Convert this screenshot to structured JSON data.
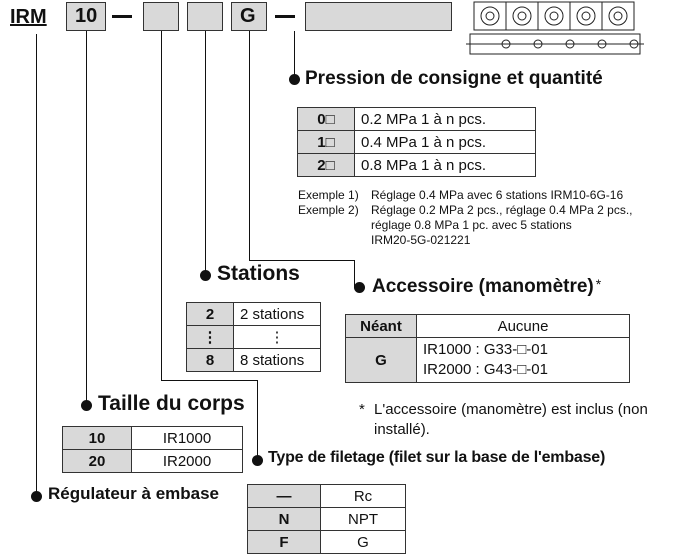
{
  "code": {
    "prefix": "IRM",
    "size": "10",
    "dash": "—",
    "type_box": "G"
  },
  "pressure": {
    "title": "Pression de consigne et quantité",
    "rows": [
      {
        "code": "0□",
        "desc": "0.2 MPa 1 à n pcs."
      },
      {
        "code": "1□",
        "desc": "0.4 MPa 1 à n pcs."
      },
      {
        "code": "2□",
        "desc": "0.8 MPa 1 à n pcs."
      }
    ],
    "examples": [
      {
        "label": "Exemple 1)",
        "text": "Réglage 0.4 MPa avec 6 stations IRM10-6G-16"
      },
      {
        "label": "Exemple 2)",
        "text": "Réglage 0.2 MPa 2 pcs., réglage 0.4 MPa 2 pcs.,"
      },
      {
        "label": "",
        "text": "réglage 0.8 MPa 1 pc. avec 5 stations"
      },
      {
        "label": "",
        "text": "IRM20-5G-021221"
      }
    ]
  },
  "stations": {
    "title": "Stations",
    "rows": [
      {
        "code": "2",
        "desc": "2 stations"
      },
      {
        "code": "⋮",
        "desc": "⋮"
      },
      {
        "code": "8",
        "desc": "8 stations"
      }
    ]
  },
  "accessory": {
    "title": "Accessoire (manomètre)",
    "mark": "*",
    "header_code": "Néant",
    "header_desc": "Aucune",
    "code": "G",
    "line1": "IR1000 : G33-□-01",
    "line2": "IR2000 : G43-□-01",
    "note_mark": "*",
    "note": "L'accessoire (manomètre) est inclus (non installé)."
  },
  "body_size": {
    "title": "Taille du corps",
    "rows": [
      {
        "code": "10",
        "desc": "IR1000"
      },
      {
        "code": "20",
        "desc": "IR2000"
      }
    ]
  },
  "thread": {
    "title": "Type de filetage (filet sur la base de l'embase)",
    "rows": [
      {
        "code": "—",
        "desc": "Rc"
      },
      {
        "code": "N",
        "desc": "NPT"
      },
      {
        "code": "F",
        "desc": "G"
      }
    ]
  },
  "regulator": {
    "title": "Régulateur à embase"
  },
  "colors": {
    "cell_fill": "#d9d9d9",
    "line": "#111111"
  }
}
